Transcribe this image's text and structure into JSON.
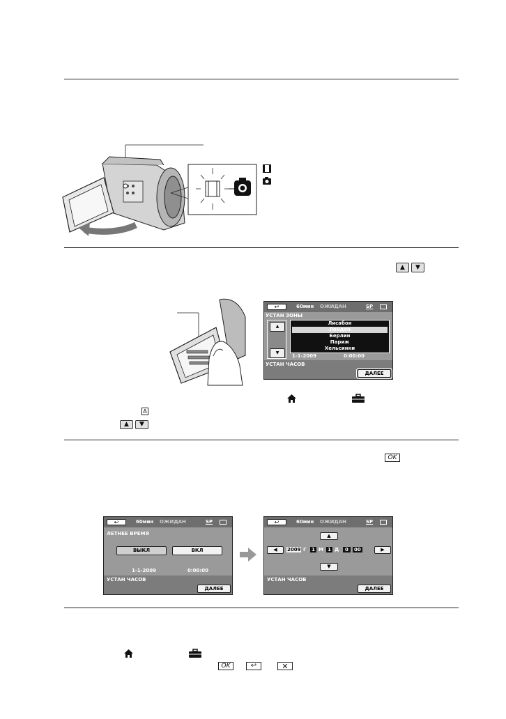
{
  "screen_status": {
    "rec_time": "60мин",
    "mode": "ОЖИДАН",
    "quality": "SP"
  },
  "screen_zone": {
    "title": "УСТАН ЗОНЫ",
    "cities": [
      "Лисабон",
      "Лондон",
      "Берлин",
      "Париж",
      "Хельсинки"
    ],
    "selected_city": "Лондон",
    "date": "1-1-2009",
    "time": "0:00:00",
    "footer_label": "УСТАН ЧАСОВ",
    "next_button": "ДАЛЕЕ"
  },
  "screen_summer": {
    "title": "ЛЕТНЕЕ ВРЕМЯ",
    "off_button": "ВЫКЛ",
    "on_button": "ВКЛ",
    "date": "1-1-2009",
    "time": "0:00:00",
    "footer_label": "УСТАН ЧАСОВ",
    "next_button": "ДАЛЕЕ"
  },
  "screen_clock": {
    "year": "2009",
    "year_unit": "Г",
    "month": "1",
    "month_unit": "М",
    "day": "1",
    "day_unit": "Д",
    "hour": "0",
    "minute": "00",
    "footer_label": "УСТАН ЧАСОВ",
    "next_button": "ДАЛЕЕ"
  },
  "inline_icons": {
    "ok": "OK",
    "auto_mode": "A"
  }
}
